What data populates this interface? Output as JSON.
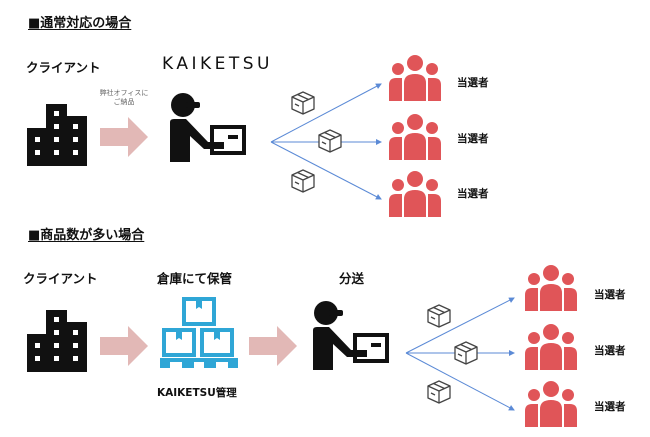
{
  "colors": {
    "icon_dark": "#111111",
    "arrow_pink": "#e2b8b6",
    "winner_red": "#e05558",
    "line_blue": "#5b8ad6",
    "warehouse_blue": "#2fa6d6",
    "box_outline": "#444444"
  },
  "section_normal": {
    "title": "■通常対応の場合",
    "client_label": "クライアント",
    "company_logo": "KAIKETSU",
    "delivery_note_line1": "弊社オフィスに",
    "delivery_note_line2": "ご納品",
    "icons": {
      "client": "building-icon",
      "arrow": "arrow-right-icon",
      "courier": "delivery-person-icon",
      "parcel": "package-icon",
      "winners": "people-group-icon"
    },
    "recipients": [
      {
        "label": "当選者"
      },
      {
        "label": "当選者"
      },
      {
        "label": "当選者"
      }
    ]
  },
  "section_bulk": {
    "title": "■商品数が多い場合",
    "client_label": "クライアント",
    "warehouse_label": "倉庫にて保管",
    "warehouse_caption": "KAIKETSU管理",
    "shipping_label": "分送",
    "icons": {
      "client": "building-icon",
      "arrow": "arrow-right-icon",
      "warehouse": "pallet-boxes-icon",
      "courier": "delivery-person-icon",
      "parcel": "package-icon",
      "winners": "people-group-icon"
    },
    "recipients": [
      {
        "label": "当選者"
      },
      {
        "label": "当選者"
      },
      {
        "label": "当選者"
      }
    ]
  }
}
